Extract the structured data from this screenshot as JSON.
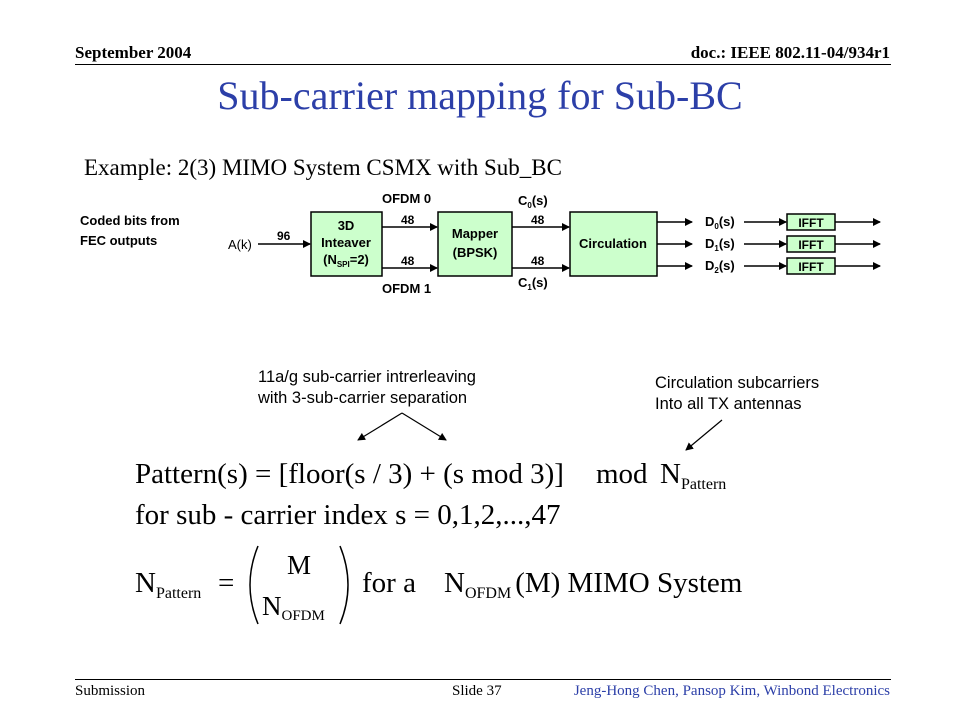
{
  "header": {
    "date": "September 2004",
    "doc_id": "doc.: IEEE 802.11-04/934r1"
  },
  "title": "Sub-carrier mapping for Sub-BC",
  "subtitle": "Example: 2(3) MIMO System CSMX with Sub_BC",
  "diagram": {
    "coded_bits_line1": "Coded bits from",
    "coded_bits_line2": "FEC outputs",
    "input_label": "A(k)",
    "input_bits": "96",
    "interleaver_line1": "3D",
    "interleaver_line2": "Inteaver",
    "interleaver_line3_pre": "(N",
    "interleaver_line3_sub": "SPI",
    "interleaver_line3_post": "=2)",
    "ofdm0": "OFDM 0",
    "ofdm1": "OFDM 1",
    "bits_48": "48",
    "mapper_line1": "Mapper",
    "mapper_line2": "(BPSK)",
    "c_main": "C",
    "c0_sub": "0",
    "c1_sub": "1",
    "arg_s": "(s)",
    "circulation": "Circulation",
    "d_main": "D",
    "d0_sub": "0",
    "d1_sub": "1",
    "d2_sub": "2",
    "ifft": "IFFT"
  },
  "annotations": {
    "interleaving_line1": "11a/g sub-carrier intrerleaving",
    "interleaving_line2": "with 3-sub-carrier separation",
    "circulation_line1": "Circulation subcarriers",
    "circulation_line2": "Into all TX antennas"
  },
  "equations": {
    "pattern_lhs": "Pattern(s) = [floor(s / 3) + (s  mod  3)]",
    "pattern_mod": "mod",
    "n_main": "N",
    "pattern_sub": "Pattern",
    "index_line": "for sub - carrier index s = 0,1,2,...,47",
    "equals": "=",
    "binom_top": "M",
    "ofdm_sub": "OFDM",
    "for_a": "for a",
    "mimo_tail": "(M)  MIMO System"
  },
  "footer": {
    "left": "Submission",
    "center": "Slide 37",
    "right": "Jeng-Hong Chen, Pansop Kim, Winbond Electronics"
  }
}
